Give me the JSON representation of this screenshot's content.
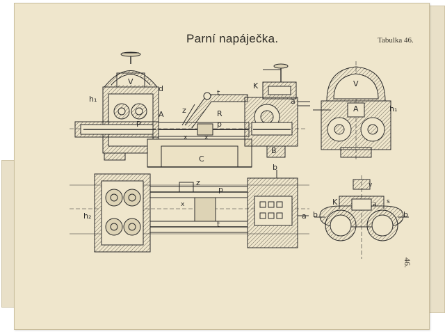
{
  "sheet": {
    "title": "Parní napáječka.",
    "plate_label": "Tabulka 46.",
    "page_number": "46."
  },
  "labels": {
    "side_view": [
      "h₁",
      "V",
      "d",
      "A",
      "z",
      "t",
      "R",
      "K",
      "a",
      "P",
      "p",
      "x",
      "x",
      "C",
      "B"
    ],
    "end_view": [
      "V",
      "A",
      "h₁"
    ],
    "plan_view": [
      "b",
      "z",
      "p",
      "x",
      "h₂",
      "t",
      "a"
    ],
    "section_view": [
      "v",
      "K",
      "s",
      "a",
      "b",
      "b"
    ]
  },
  "colors": {
    "paper": "#efe6cc",
    "ink": "#2b2b2b",
    "hatch": "#6b6659"
  }
}
